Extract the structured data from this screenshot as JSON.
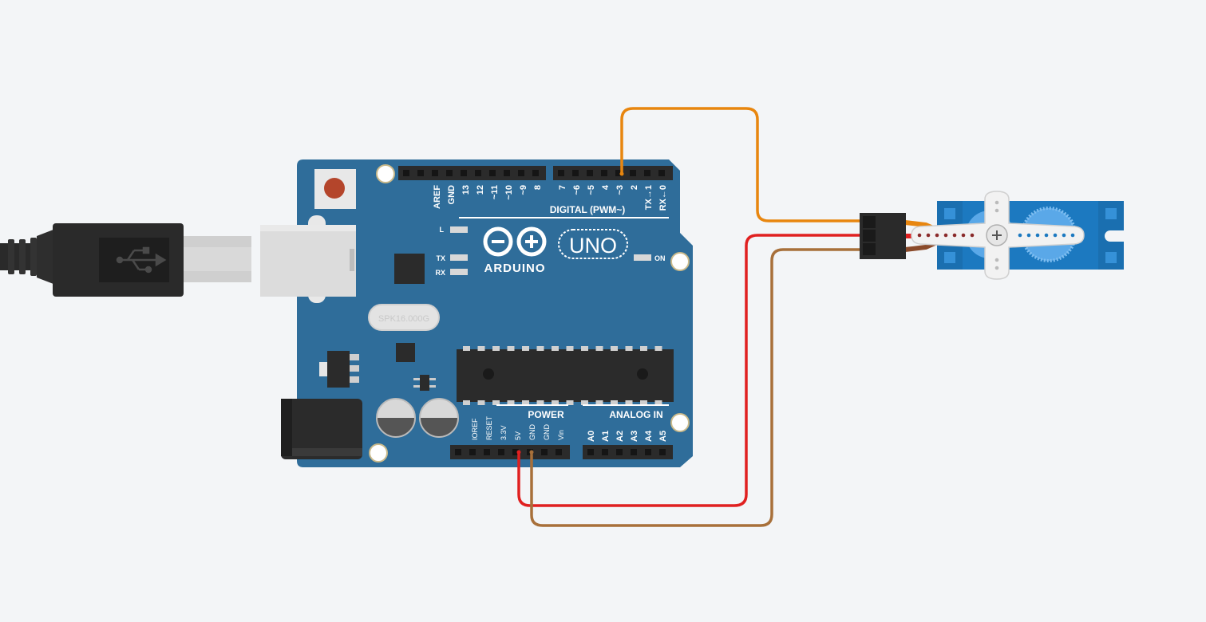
{
  "board": {
    "aref": "AREF",
    "gnd": "GND",
    "d13": "13",
    "d12": "12",
    "d11": "~11",
    "d10": "~10",
    "d9": "~9",
    "d8": "8",
    "d7": "7",
    "d6": "~6",
    "d5": "~5",
    "d4": "4",
    "d3": "~3",
    "d2": "2",
    "tx1": "TX→1",
    "rx0": "RX←0",
    "digital_label": "DIGITAL (PWM~)",
    "led_l": "L",
    "led_tx": "TX",
    "led_rx": "RX",
    "led_on": "ON",
    "brand": "ARDUINO",
    "model": "UNO",
    "crystal": "SPK16.000G",
    "power_label": "POWER",
    "analog_label": "ANALOG IN",
    "ioref": "IOREF",
    "reset": "RESET",
    "v33": "3.3V",
    "v5": "5V",
    "gnd1": "GND",
    "gnd2": "GND",
    "vin": "Vin",
    "a0": "A0",
    "a1": "A1",
    "a2": "A2",
    "a3": "A3",
    "a4": "A4",
    "a5": "A5"
  },
  "colors": {
    "board": "#2f6d9a",
    "header": "#2b2b2b",
    "wire_signal": "#e8860f",
    "wire_power": "#e02020",
    "wire_ground": "#a8703a",
    "servo": "#1c79c0",
    "background": "#f3f5f7"
  },
  "icons": {
    "usb_symbol": "usb-icon"
  }
}
